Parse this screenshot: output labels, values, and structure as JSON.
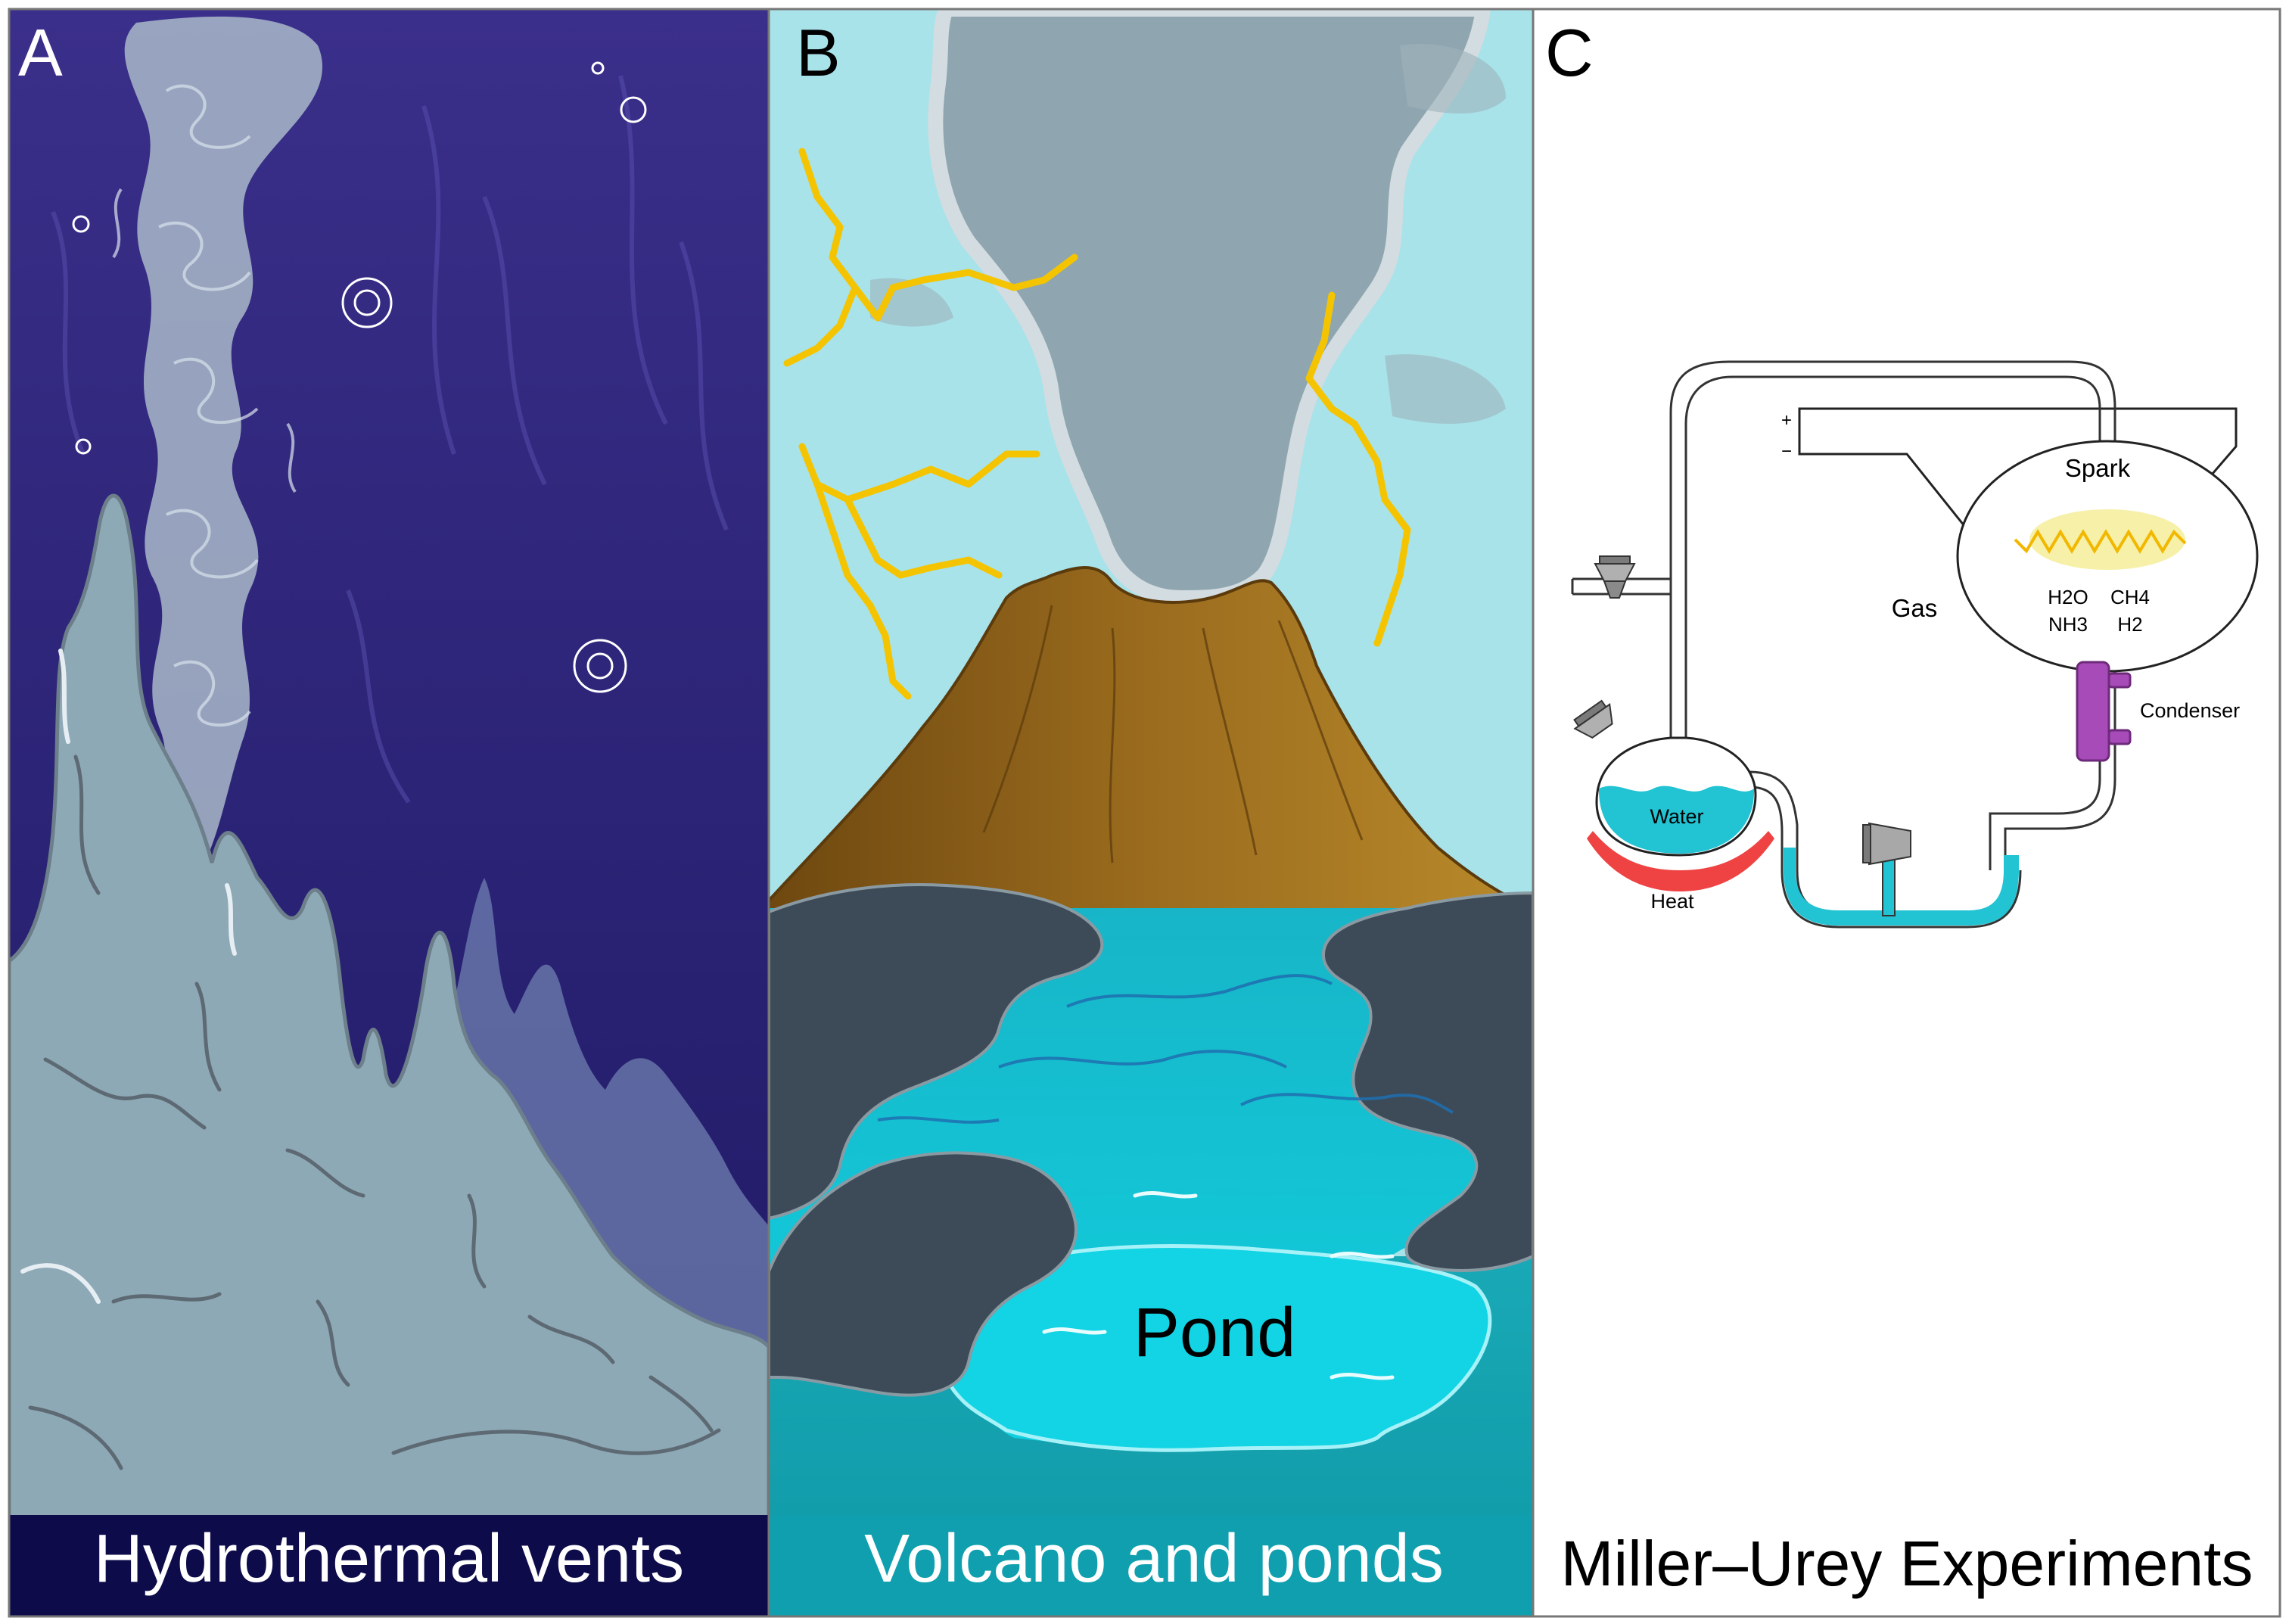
{
  "panels": {
    "a": {
      "letter": "A",
      "caption": "Hydrothermal vents",
      "colors": {
        "water_top": "#3a2f8a",
        "water_bottom": "#1f1a63",
        "rock": "#8ea9b6",
        "caption_bg": "#0d0b4a"
      }
    },
    "b": {
      "letter": "B",
      "caption": "Volcano and ponds",
      "pond_label": "Pond",
      "colors": {
        "sky": "#a8e3ea",
        "smoke": "#8fa6b0",
        "volcano": "#9a6b1d",
        "lightning": "#f5c400",
        "rock": "#3c4b57",
        "water": "#18c6d6",
        "caption_bg": "#0f9fae"
      }
    },
    "c": {
      "letter": "C",
      "caption": "Miller–Urey Experiments",
      "labels": {
        "plus": "+",
        "minus": "−",
        "spark": "Spark",
        "gas": "Gas",
        "h2o": "H2O",
        "ch4": "CH4",
        "nh3": "NH3",
        "h2": "H2",
        "condenser": "Condenser",
        "water": "Water",
        "heat": "Heat"
      },
      "colors": {
        "water": "#22c3d3",
        "heat": "#ef4343",
        "condenser": "#a64bb8",
        "spark_glow": "#f6f0a8",
        "spark": "#f2b800",
        "stopcock": "#8a8a8a"
      }
    }
  }
}
